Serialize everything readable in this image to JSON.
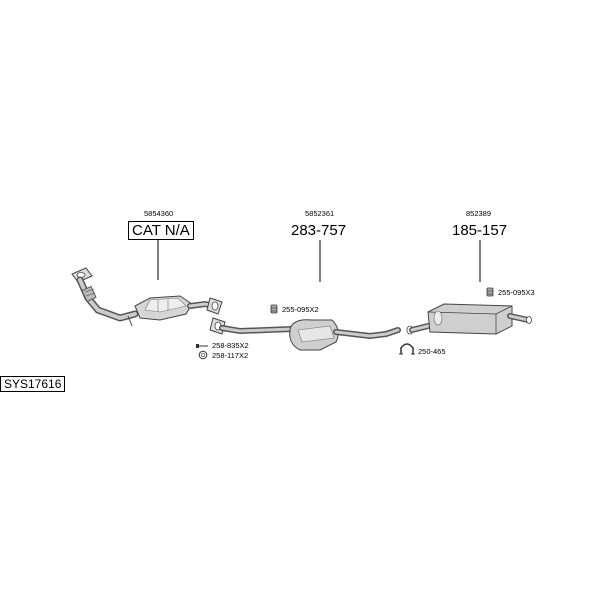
{
  "parts": {
    "catalyst": {
      "oe_number": "5854360",
      "part_label": "CAT N/A"
    },
    "middle_muffler": {
      "oe_number": "5852361",
      "part_label": "283-757"
    },
    "rear_muffler": {
      "oe_number": "852389",
      "part_label": "185-157"
    }
  },
  "fittings": {
    "bolt_kit_front": "258-835X2",
    "gasket_ring": "258-117X2",
    "rubber_mount_mid": "255-095X2",
    "rubber_mount_rear": "255-095X3",
    "clamp": "250-465"
  },
  "system_code": "SYS17616",
  "icons": [
    "bolt-icon",
    "gasket-ring-icon",
    "rubber-mount-icon",
    "u-clamp-icon"
  ]
}
